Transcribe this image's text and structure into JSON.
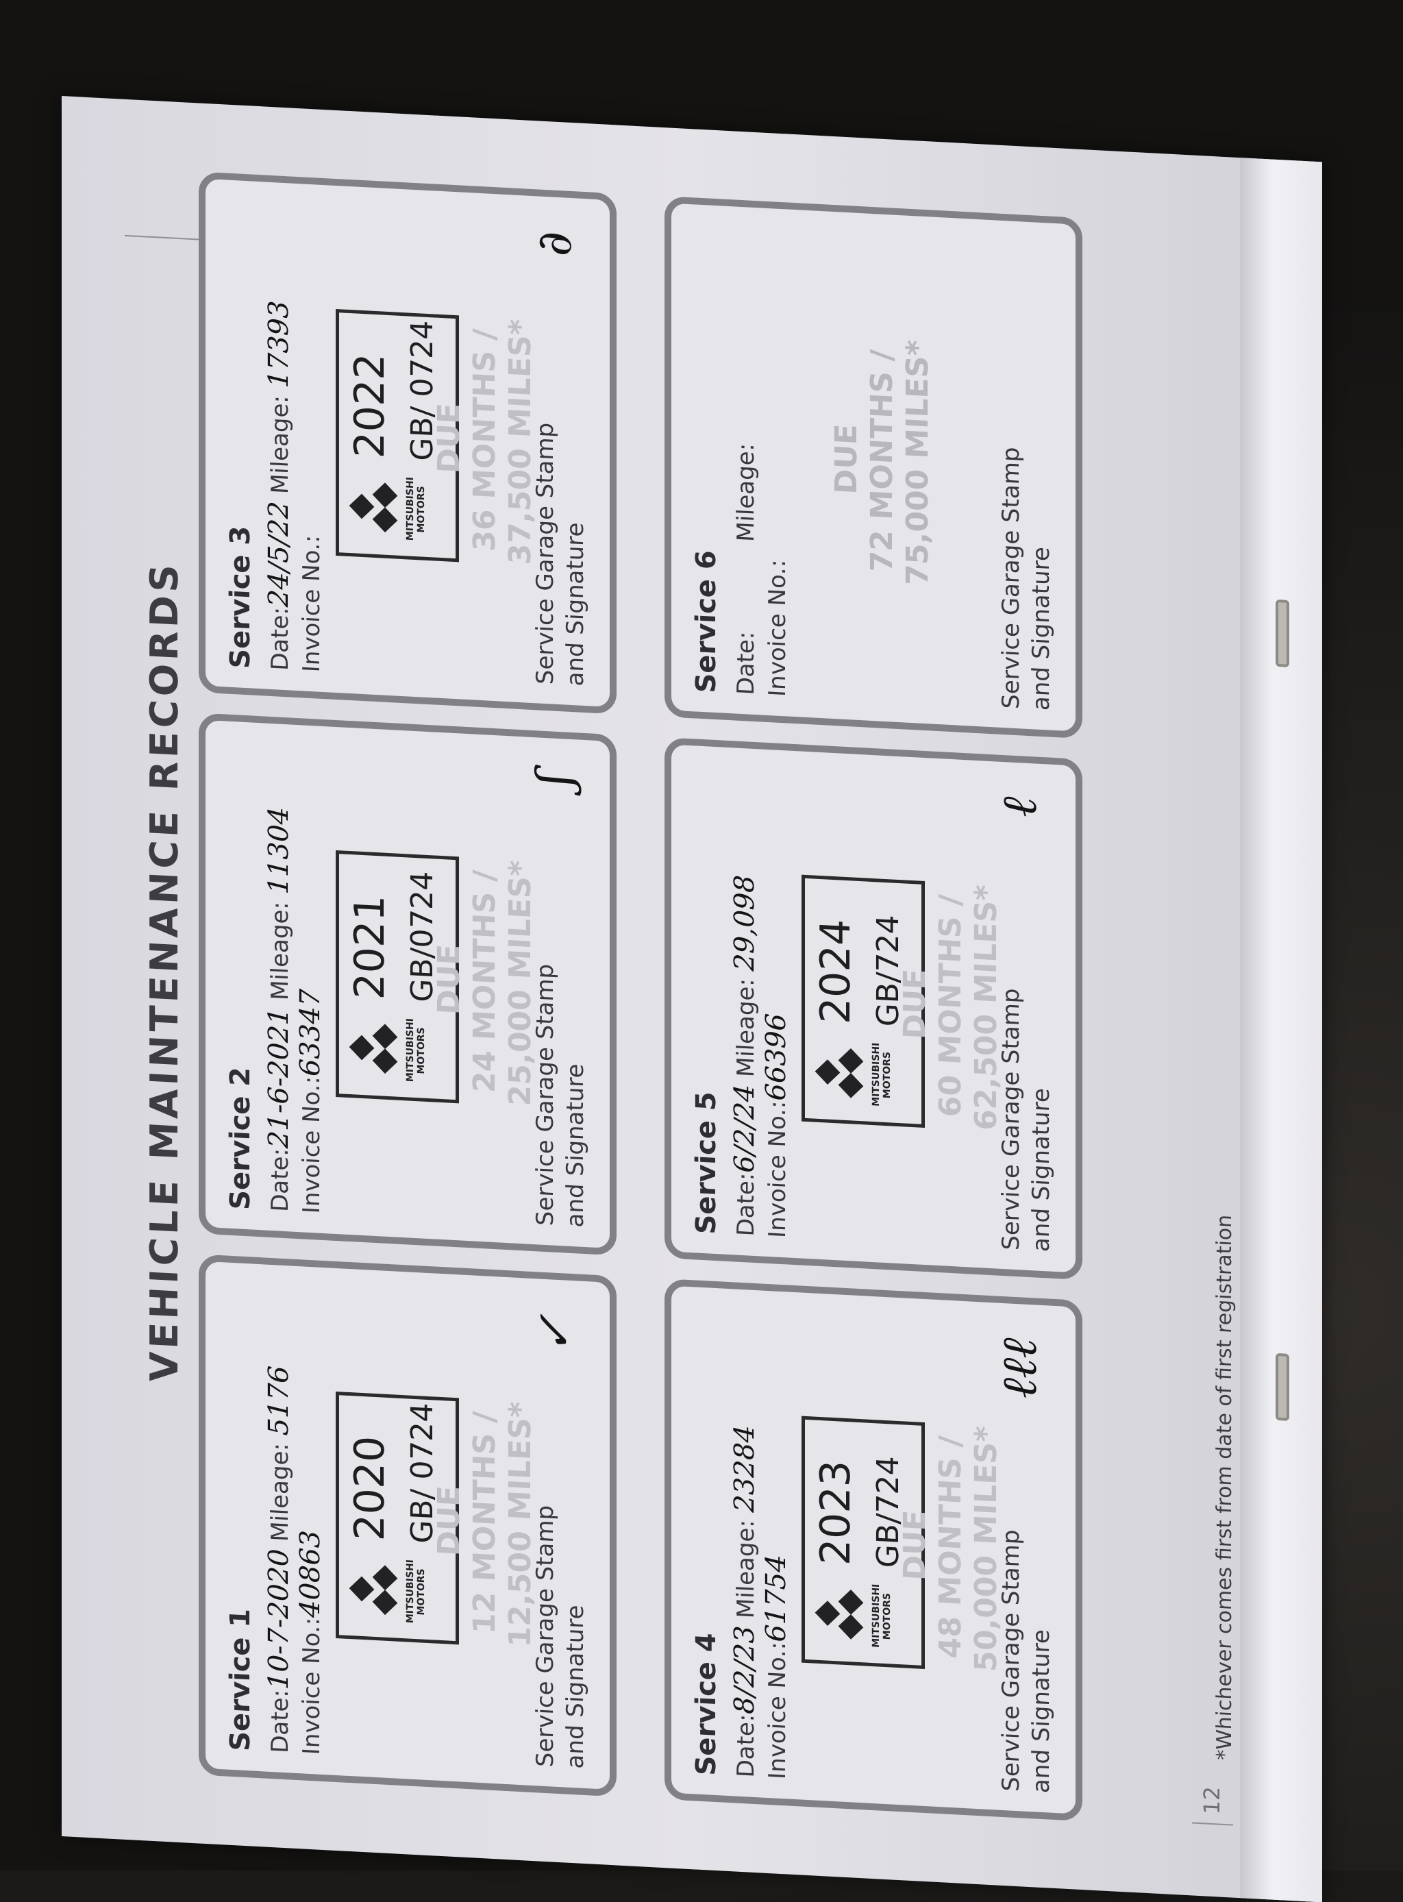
{
  "title": "VEHICLE MAINTENANCE RECORDS",
  "labels": {
    "date": "Date:",
    "mileage": "Mileage:",
    "invoice": "Invoice No.:",
    "stamp_area": "Service Garage Stamp",
    "stamp_area_2": "and Signature",
    "logo_line1": "MITSUBISHI",
    "logo_line2": "MOTORS"
  },
  "services": [
    {
      "title": "Service 1",
      "date": "10-7-2020",
      "mileage": "5176",
      "invoice": "40863",
      "stamp_year": "2020",
      "stamp_code": "GB/ 0724",
      "due_1": "DUE",
      "due_2": "12 MONTHS /",
      "due_3": "12,500 MILES*"
    },
    {
      "title": "Service 2",
      "date": "21-6-2021",
      "mileage": "11304",
      "invoice": "63347",
      "stamp_year": "2021",
      "stamp_code": "GB/0724",
      "due_1": "DUE",
      "due_2": "24 MONTHS /",
      "due_3": "25,000 MILES*"
    },
    {
      "title": "Service 3",
      "date": "24/5/22",
      "mileage": "17393",
      "invoice": "",
      "stamp_year": "2022",
      "stamp_code": "GB/ 0724",
      "due_1": "DUE",
      "due_2": "36 MONTHS /",
      "due_3": "37,500 MILES*"
    },
    {
      "title": "Service 4",
      "date": "8/2/23",
      "mileage": "23284",
      "invoice": "61754",
      "stamp_year": "2023",
      "stamp_code": "GB/724",
      "due_1": "DUE",
      "due_2": "48 MONTHS /",
      "due_3": "50,000 MILES*"
    },
    {
      "title": "Service 5",
      "date": "6/2/24",
      "mileage": "29,098",
      "invoice": "66396",
      "stamp_year": "2024",
      "stamp_code": "GB/724",
      "due_1": "DUE",
      "due_2": "60 MONTHS /",
      "due_3": "62,500 MILES*"
    },
    {
      "title": "Service 6",
      "date": "",
      "mileage": "",
      "invoice": "",
      "stamp_year": "",
      "stamp_code": "",
      "due_1": "DUE",
      "due_2": "72 MONTHS /",
      "due_3": "75,000 MILES*"
    }
  ],
  "footnote": "*Whichever comes first from date of first registration",
  "page_number": "12"
}
